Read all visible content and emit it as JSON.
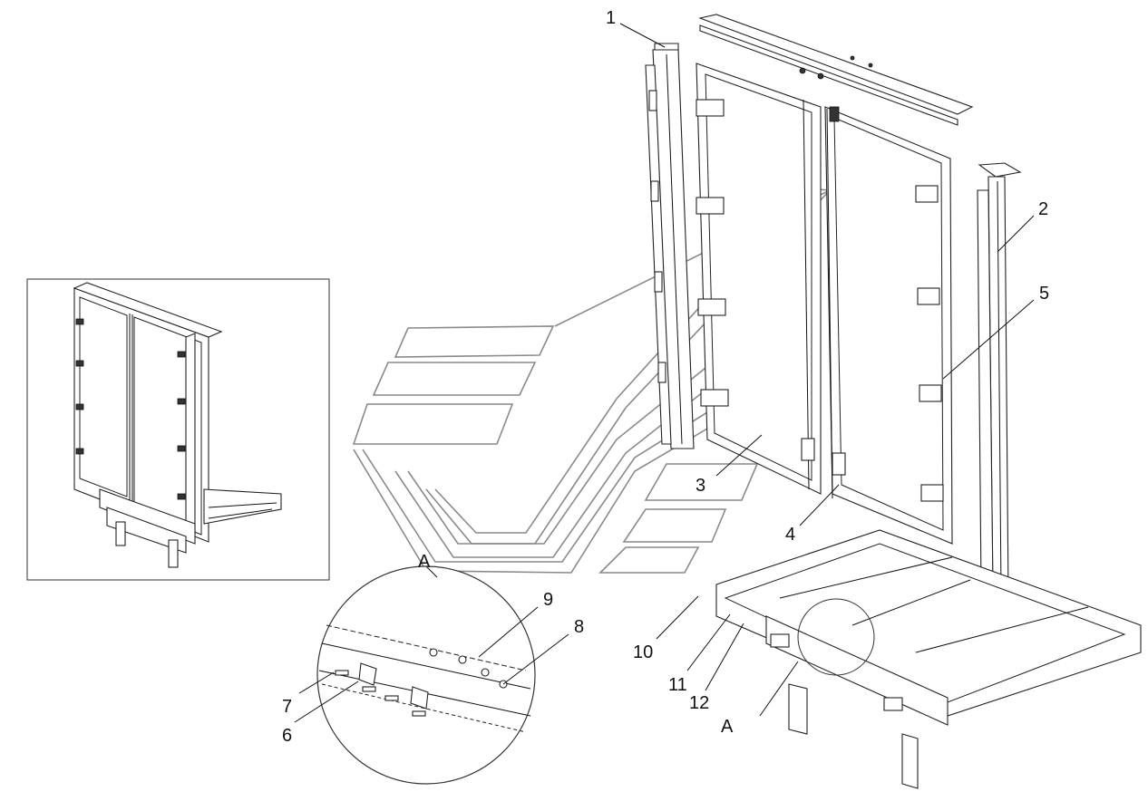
{
  "callouts": [
    {
      "id": "1",
      "label": "1"
    },
    {
      "id": "2",
      "label": "2"
    },
    {
      "id": "3",
      "label": "3"
    },
    {
      "id": "4",
      "label": "4"
    },
    {
      "id": "5",
      "label": "5"
    },
    {
      "id": "6",
      "label": "6"
    },
    {
      "id": "7",
      "label": "7"
    },
    {
      "id": "8",
      "label": "8"
    },
    {
      "id": "9",
      "label": "9"
    },
    {
      "id": "10",
      "label": "10"
    },
    {
      "id": "11",
      "label": "11"
    },
    {
      "id": "12",
      "label": "12"
    }
  ],
  "detail_view": {
    "label": "A"
  },
  "detail_marker": {
    "label": "A"
  }
}
